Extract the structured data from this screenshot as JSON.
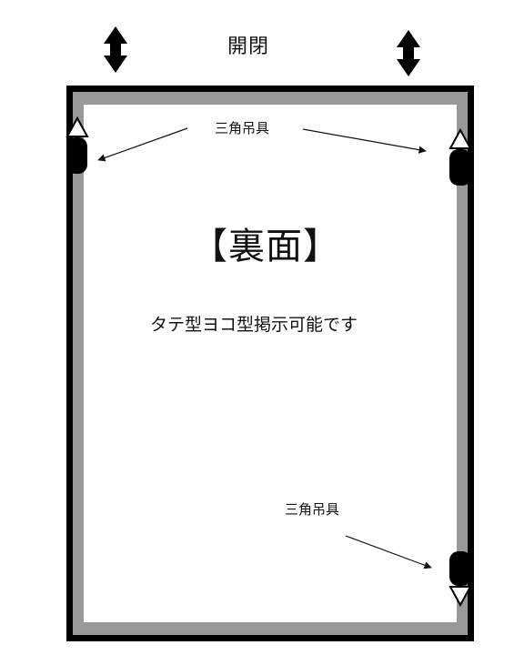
{
  "diagram": {
    "top_caption": "開閉",
    "hanger_label_top": "三角吊具",
    "hanger_label_bottom": "三角吊具",
    "heading": "【裏面】",
    "note": "タテ型ヨコ型掲示可能です"
  },
  "colors": {
    "outer_border": "#000000",
    "inner_frame": "#999999",
    "panel": "#ffffff",
    "hanger": "#000000"
  },
  "icons": {
    "open_close": "double-vertical-arrow",
    "hanger": "triangle-hanger",
    "pointer": "thin-arrow"
  }
}
